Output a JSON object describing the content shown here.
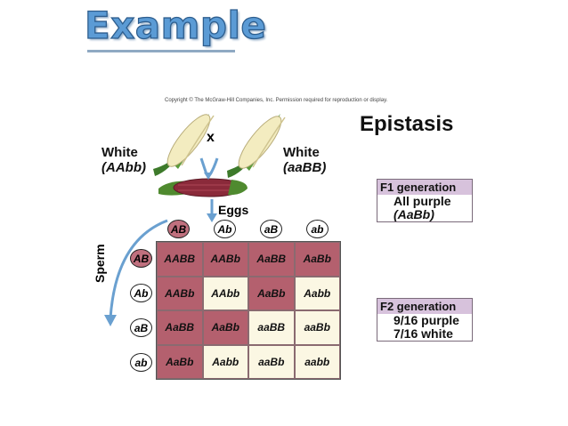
{
  "title": "Example",
  "copyright": "Copyright © The McGraw-Hill Companies, Inc. Permission required for reproduction or display.",
  "heading": "Epistasis",
  "cross_symbol": "x",
  "parents": [
    {
      "line1": "White",
      "line2": "(AAbb)"
    },
    {
      "line1": "White",
      "line2": "(aaBB)"
    }
  ],
  "eggs_label": "Eggs",
  "sperm_label": "Sperm",
  "f1": {
    "header": "F1 generation",
    "line1": "All purple",
    "line2": "(AaBb)"
  },
  "f2": {
    "header": "F2 generation",
    "line1": "9/16 purple",
    "line2": "7/16 white"
  },
  "egg_gametes": [
    "AB",
    "Ab",
    "aB",
    "ab"
  ],
  "sperm_gametes": [
    "AB",
    "Ab",
    "aB",
    "ab"
  ],
  "punnett": [
    [
      "AABB",
      "AABb",
      "AaBB",
      "AaBb"
    ],
    [
      "AABb",
      "AAbb",
      "AaBb",
      "Aabb"
    ],
    [
      "AaBB",
      "AaBb",
      "aaBB",
      "aaBb"
    ],
    [
      "AaBb",
      "Aabb",
      "aaBb",
      "aabb"
    ]
  ],
  "colors": {
    "purple": "#b4606e",
    "white": "#fbf7e3",
    "title": "#5b9bd5"
  }
}
